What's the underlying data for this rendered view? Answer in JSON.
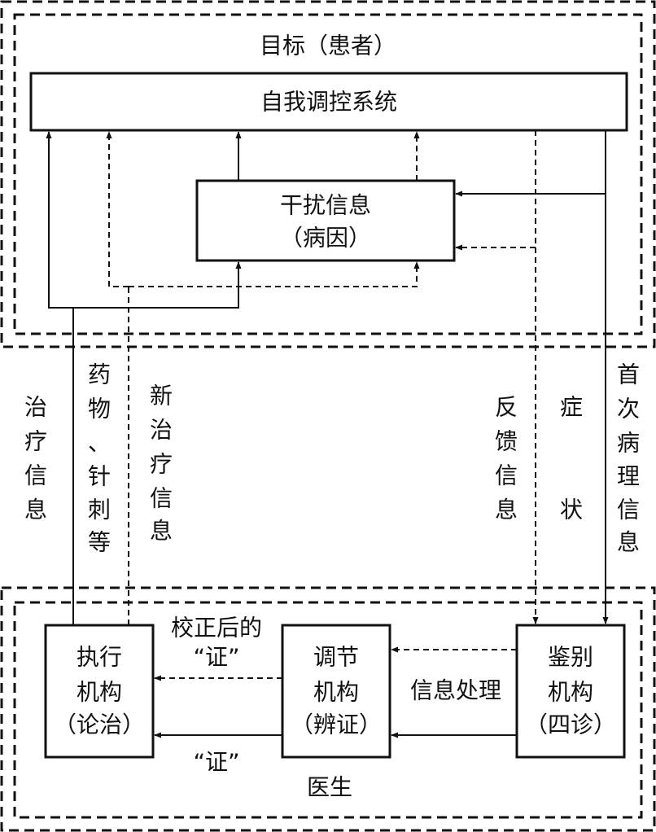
{
  "patient_region": {
    "title": "目标（患者）",
    "self_regulation_box": {
      "label": "自我调控系统"
    },
    "disturbance_box": {
      "line1": "干扰信息",
      "line2": "（病因）"
    }
  },
  "doctor_region": {
    "label": "医生",
    "execution_box": {
      "line1": "执行",
      "line2": "机构",
      "line3": "（论治）"
    },
    "regulation_box": {
      "line1": "调节",
      "line2": "机构",
      "line3": "（辨证）"
    },
    "identification_box": {
      "line1": "鉴别",
      "line2": "机构",
      "line3": "（四诊）"
    }
  },
  "channel_labels": {
    "treatment_info": [
      "治",
      "疗",
      "信",
      "息"
    ],
    "drugs_acupuncture": [
      "药",
      "物",
      "、",
      "针",
      "刺",
      "等"
    ],
    "new_treatment_info": [
      "新",
      "治",
      "疗",
      "信",
      "息"
    ],
    "feedback_info": [
      "反",
      "馈",
      "信",
      "息"
    ],
    "symptoms": [
      "症",
      "状"
    ],
    "first_pathology_info": [
      "首",
      "次",
      "病",
      "理",
      "信",
      "息"
    ]
  },
  "arrow_labels": {
    "corrected_zheng_line1": "校正后的",
    "corrected_zheng_line2": "“证”",
    "zheng": "“证”",
    "info_processing": "信息处理"
  }
}
